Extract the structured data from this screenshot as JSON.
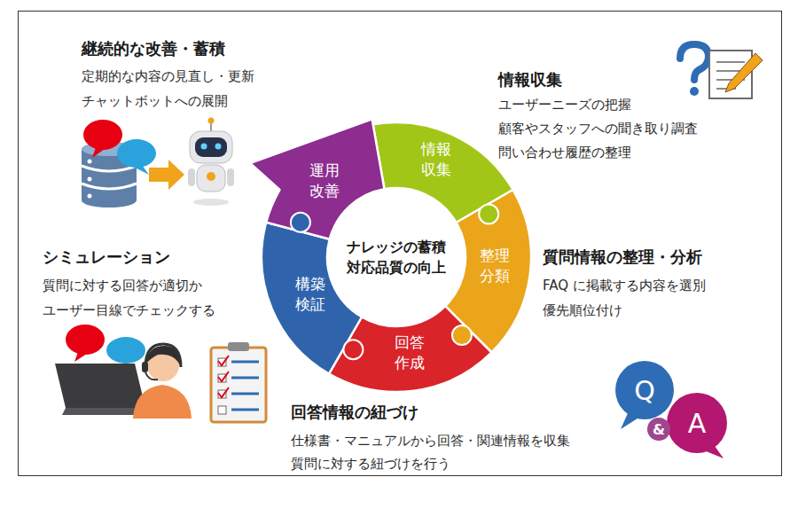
{
  "diagram": {
    "nodes": [
      {
        "text": [
          "情報 収集"
        ]
      },
      {
        "text": [
          "整理 分類"
        ]
      },
      {
        "text": [
          "回答 作成"
        ]
      },
      {
        "text": [
          "構築 検証"
        ]
      },
      {
        "text": [
          "運用 改善"
        ]
      }
    ],
    "labels": [
      "ナレッジの蓄積 対応品質の向上",
      "継続的な改善・蓄積",
      "定期的な内容の見直し・更新",
      "チャットボットへの展開",
      "情報収集",
      "ユーザーニーズの把握",
      "顧客やスタッフへの聞き取り調査",
      "問い合わせ履歴の整理",
      "シミュレーション",
      "質問に対する回答が適切か",
      "ユーザー目線でチェックする",
      "質問情報の整理・分析",
      "FAQ に掲載する内容を選別",
      "優先順位付け",
      "回答情報の紐づけ",
      "仕様書・マニュアルから回答・関連情報を収集",
      "質問に対する紐づけを行う",
      "Q",
      "&",
      "A"
    ]
  }
}
